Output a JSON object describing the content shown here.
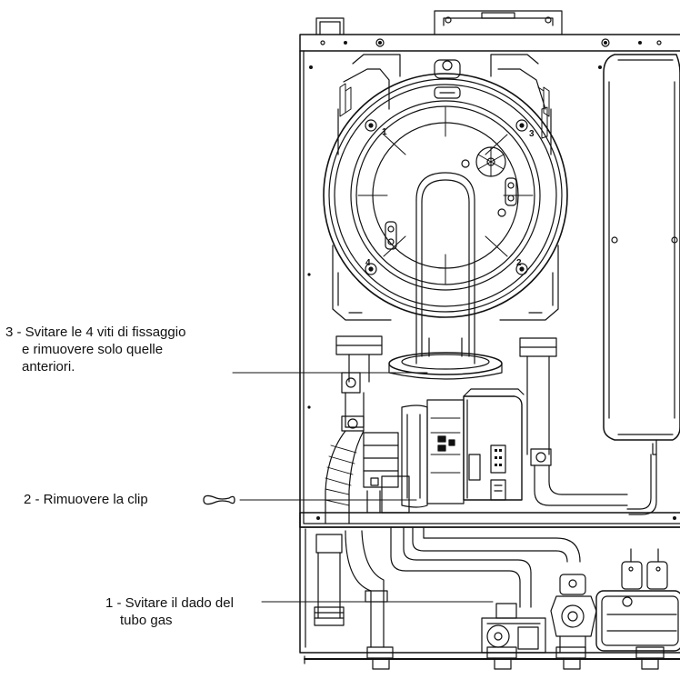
{
  "callouts": [
    {
      "id": "step-3",
      "lines": [
        "3 - Svitare le 4 viti di fissaggio",
        "e rimuovere solo quelle",
        "anteriori."
      ]
    },
    {
      "id": "step-2",
      "lines": [
        "2 - Rimuovere la clip"
      ]
    },
    {
      "id": "step-1",
      "lines": [
        "1 - Svitare il dado del",
        "tubo gas"
      ]
    }
  ],
  "burner_numbers": [
    "1",
    "2",
    "3",
    "4"
  ]
}
